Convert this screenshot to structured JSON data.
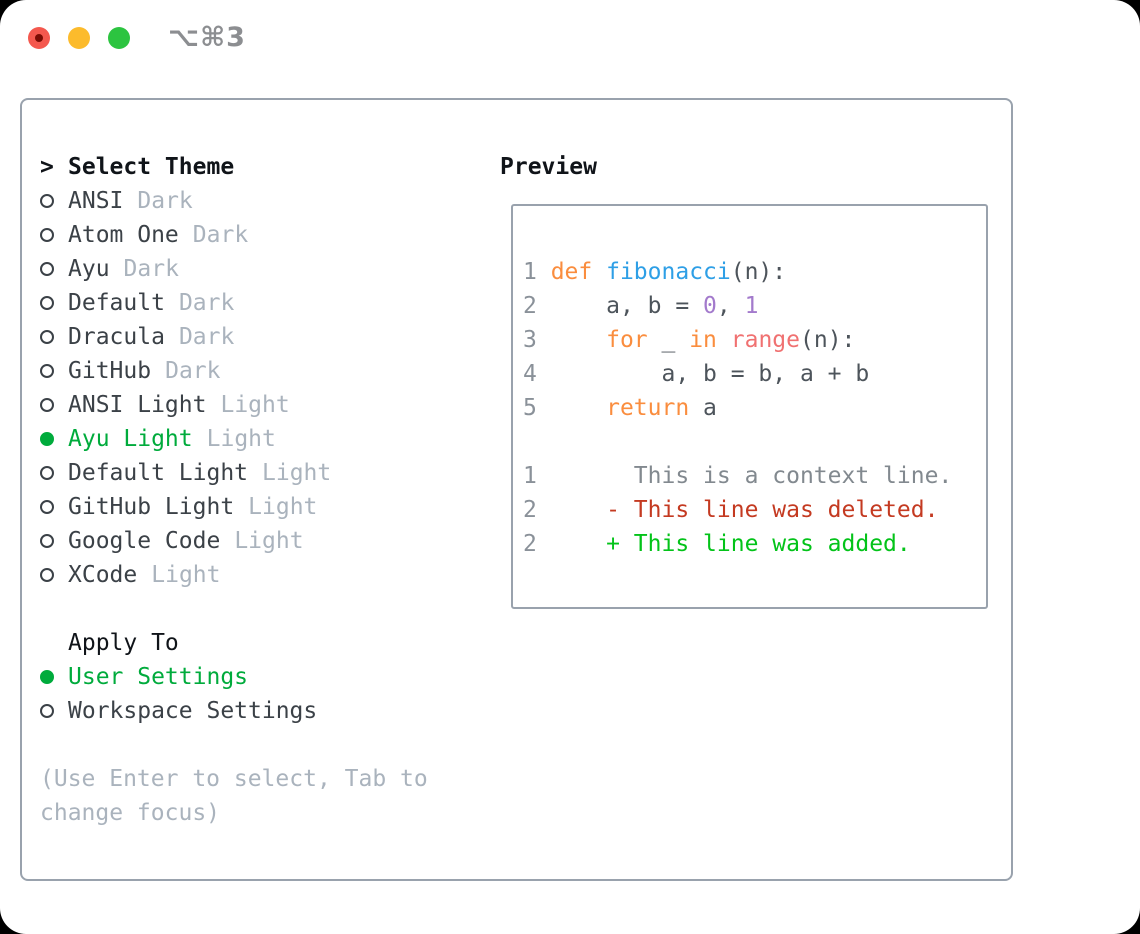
{
  "window": {
    "title": "⌥⌘3"
  },
  "panel": {
    "select_theme": {
      "cursor": ">",
      "header": "Select Theme",
      "items": [
        {
          "name": "ANSI",
          "variant": "Dark",
          "selected": false
        },
        {
          "name": "Atom One",
          "variant": "Dark",
          "selected": false
        },
        {
          "name": "Ayu",
          "variant": "Dark",
          "selected": false
        },
        {
          "name": "Default",
          "variant": "Dark",
          "selected": false
        },
        {
          "name": "Dracula",
          "variant": "Dark",
          "selected": false
        },
        {
          "name": "GitHub",
          "variant": "Dark",
          "selected": false
        },
        {
          "name": "ANSI Light",
          "variant": "Light",
          "selected": false
        },
        {
          "name": "Ayu Light",
          "variant": "Light",
          "selected": true
        },
        {
          "name": "Default Light",
          "variant": "Light",
          "selected": false
        },
        {
          "name": "GitHub Light",
          "variant": "Light",
          "selected": false
        },
        {
          "name": "Google Code",
          "variant": "Light",
          "selected": false
        },
        {
          "name": "XCode",
          "variant": "Light",
          "selected": false
        }
      ]
    },
    "apply_to": {
      "header": "Apply To",
      "items": [
        {
          "label": "User Settings",
          "selected": true
        },
        {
          "label": "Workspace Settings",
          "selected": false
        }
      ]
    },
    "help_lines": [
      "(Use Enter to select, Tab to",
      "change focus)"
    ],
    "preview": {
      "header": "Preview",
      "code_lines": [
        [
          {
            "t": "1 ",
            "c": "ln"
          },
          {
            "t": "def",
            "c": "kw"
          },
          {
            "t": " ",
            "c": "tx"
          },
          {
            "t": "fibonacci",
            "c": "fn"
          },
          {
            "t": "(n):",
            "c": "tx"
          }
        ],
        [
          {
            "t": "2 ",
            "c": "ln"
          },
          {
            "t": "    a, b = ",
            "c": "tx"
          },
          {
            "t": "0",
            "c": "num"
          },
          {
            "t": ", ",
            "c": "tx"
          },
          {
            "t": "1",
            "c": "num"
          }
        ],
        [
          {
            "t": "3 ",
            "c": "ln"
          },
          {
            "t": "    ",
            "c": "tx"
          },
          {
            "t": "for",
            "c": "kw"
          },
          {
            "t": " _ ",
            "c": "tx"
          },
          {
            "t": "in",
            "c": "kw"
          },
          {
            "t": " ",
            "c": "tx"
          },
          {
            "t": "range",
            "c": "call"
          },
          {
            "t": "(n):",
            "c": "tx"
          }
        ],
        [
          {
            "t": "4 ",
            "c": "ln"
          },
          {
            "t": "        a, b = b, a + b",
            "c": "tx"
          }
        ],
        [
          {
            "t": "5 ",
            "c": "ln"
          },
          {
            "t": "    ",
            "c": "tx"
          },
          {
            "t": "return",
            "c": "kw"
          },
          {
            "t": " a",
            "c": "tx"
          }
        ],
        [],
        [
          {
            "t": "1",
            "c": "ln"
          },
          {
            "t": "       This is a context line.",
            "c": "ctx"
          }
        ],
        [
          {
            "t": "2",
            "c": "ln"
          },
          {
            "t": "     ",
            "c": "tx"
          },
          {
            "t": "- This line was deleted.",
            "c": "del"
          }
        ],
        [
          {
            "t": "2",
            "c": "ln"
          },
          {
            "t": "     ",
            "c": "tx"
          },
          {
            "t": "+ This line was added.",
            "c": "add"
          }
        ]
      ]
    }
  },
  "palette": {
    "page_bg": "#000000",
    "window_bg": "#ffffff",
    "border": "#99a2ad",
    "header_text": "#101419",
    "item_name": "#3b4147",
    "item_variant": "#aab3bd",
    "selected_green": "#00ab3c",
    "help_text": "#aab3bd",
    "ln": "#8a9199",
    "tx": "#4d545b",
    "kw": "#fa8d3e",
    "fn": "#2e9fe6",
    "num": "#a37acc",
    "call": "#f07171",
    "ctx": "#82898f",
    "del": "#c43a21",
    "add": "#03c319",
    "tl_red": "#f4584e",
    "tl_red_dot": "#7a0c04",
    "tl_yellow": "#fcbb2c",
    "tl_green": "#2cc440",
    "title_text": "#8c8e91"
  }
}
